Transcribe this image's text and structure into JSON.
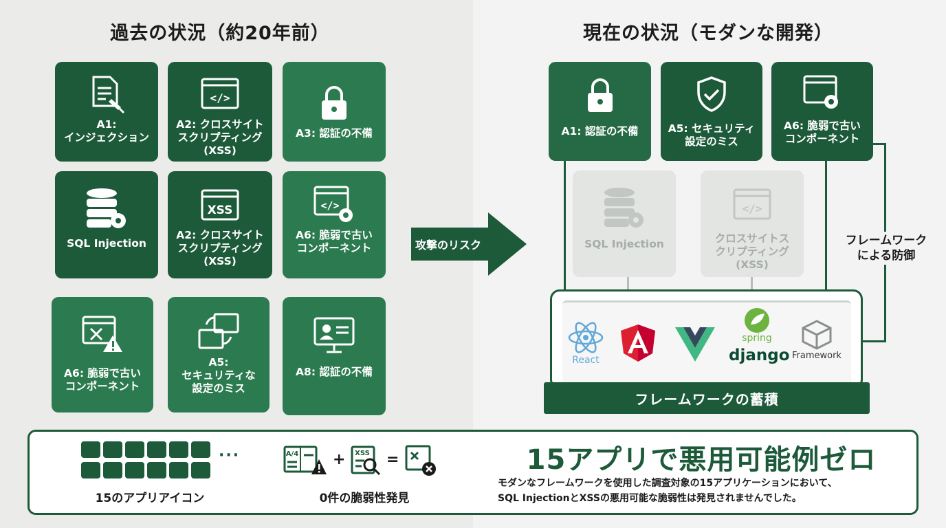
{
  "left": {
    "title": "過去の状況（約20年前）",
    "cards": [
      {
        "label": "A1:\nインジェクション",
        "icon": "document-injection-icon"
      },
      {
        "label": "A2: クロスサイト\nスクリプティング\n(XSS)",
        "icon": "code-window-icon"
      },
      {
        "label": "A3: 認証の不備",
        "icon": "lock-icon"
      },
      {
        "label": "SQL Injection",
        "icon": "database-gear-icon"
      },
      {
        "label": "A2: クロスサイト\nスクリプティング\n(XSS)",
        "icon": "xss-window-icon"
      },
      {
        "label": "A6: 脆弱で古い\nコンポーネント",
        "icon": "code-window-gear-icon"
      },
      {
        "label": "A6: 脆弱で古い\nコンポーネント",
        "icon": "window-warning-icon"
      },
      {
        "label": "A5:\nセキュリティな\n設定のミス",
        "icon": "windows-sync-icon"
      },
      {
        "label": "A8: 認証の不備",
        "icon": "id-card-monitor-icon"
      }
    ]
  },
  "arrow": {
    "label": "攻撃のリスク"
  },
  "right": {
    "title": "現在の状況（モダンな開発）",
    "cards": [
      {
        "label": "A1: 認証の不備",
        "icon": "lock-icon"
      },
      {
        "label": "A5: セキュリティ\n設定のミス",
        "icon": "shield-check-icon"
      },
      {
        "label": "A6: 脆弱で古い\nコンポーネント",
        "icon": "window-gear-icon"
      }
    ],
    "ghosts": [
      {
        "label": "SQL Injection",
        "icon": "database-gear-icon"
      },
      {
        "label": "クロスサイトス\nクリプティング\n(XSS)",
        "icon": "code-window-icon"
      }
    ],
    "side_label": "フレームワーク\nによる防御",
    "platform_label": "フレームワークの蓄積",
    "logos": [
      {
        "name": "React",
        "icon": "react-icon"
      },
      {
        "name": "",
        "icon": "angular-icon"
      },
      {
        "name": "",
        "icon": "vue-icon"
      },
      {
        "name": "spring",
        "icon": "spring-icon"
      },
      {
        "name": "django",
        "icon": "django-logo"
      },
      {
        "name": "Framework",
        "icon": "framework-cube-icon"
      }
    ]
  },
  "summary": {
    "apps_caption": "15のアプリアイコン",
    "dots": "···",
    "plus": "+",
    "equals": "=",
    "vuln_caption": "0件の脆弱性発見",
    "icon_a_text": "A/4",
    "icon_b_text": "XSS",
    "headline": "15アプリで悪用可能例ゼロ",
    "desc_line1": "モダンなフレームワークを使用した調査対象の15アプリケーションにおいて、",
    "desc_line2": "SQL InjectionとXSSの悪用可能な脆弱性は発見されませんでした。"
  },
  "colors": {
    "dark_green": "#1d5a3a",
    "mid_green": "#256a44",
    "light_green": "#2c7a4f",
    "ghost": "#e2e5e2"
  }
}
